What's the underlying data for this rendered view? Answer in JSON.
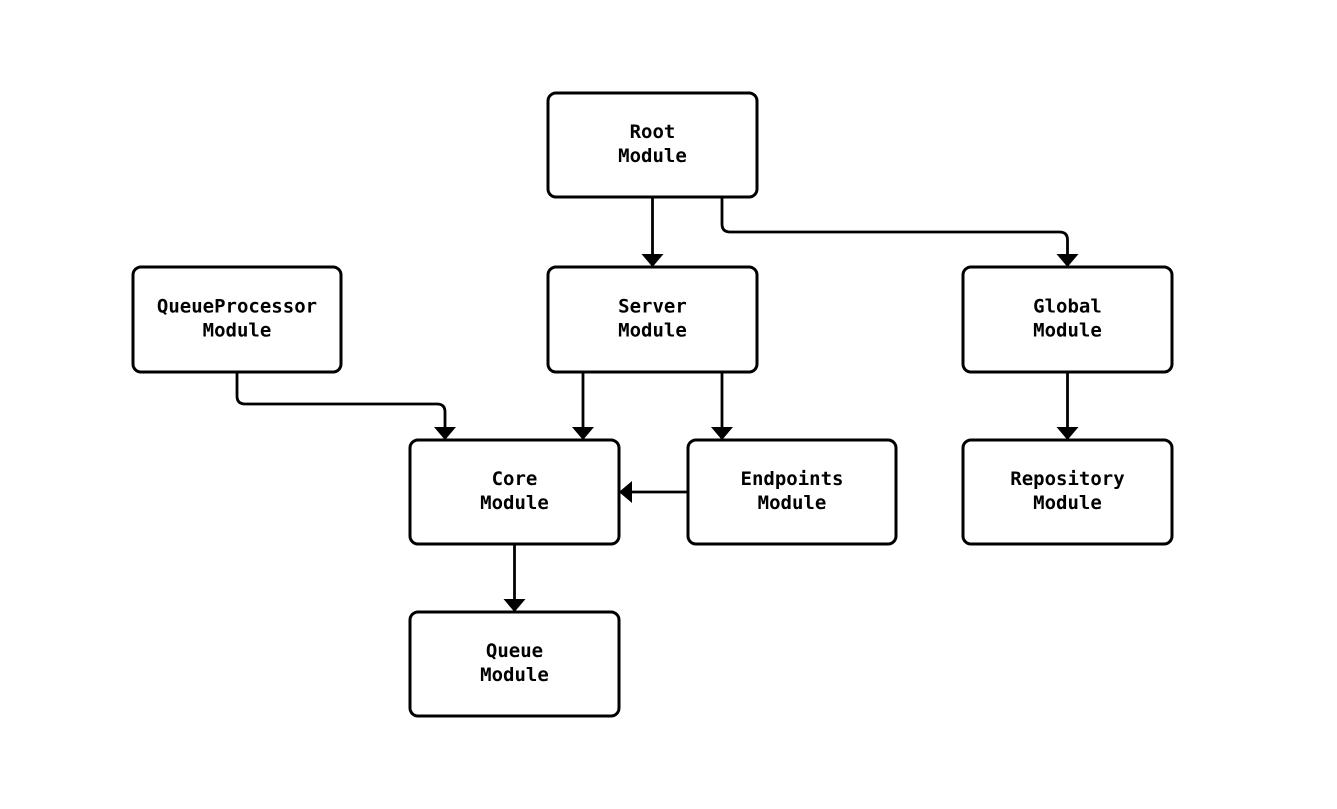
{
  "diagram": {
    "type": "module-dependency-graph",
    "colors": {
      "background": "#ffffff",
      "stroke": "#000000",
      "node-fill": "#ffffff",
      "text": "#000000"
    },
    "nodes": {
      "root": {
        "label": "Root Module",
        "lines": [
          "Root",
          "Module"
        ]
      },
      "server": {
        "label": "Server Module",
        "lines": [
          "Server",
          "Module"
        ]
      },
      "queueprocessor": {
        "label": "QueueProcessor Module",
        "lines": [
          "QueueProcessor",
          "Module"
        ]
      },
      "global": {
        "label": "Global Module",
        "lines": [
          "Global",
          "Module"
        ]
      },
      "core": {
        "label": "Core Module",
        "lines": [
          "Core",
          "Module"
        ]
      },
      "endpoints": {
        "label": "Endpoints Module",
        "lines": [
          "Endpoints",
          "Module"
        ]
      },
      "repository": {
        "label": "Repository Module",
        "lines": [
          "Repository",
          "Module"
        ]
      },
      "queue": {
        "label": "Queue Module",
        "lines": [
          "Queue",
          "Module"
        ]
      }
    },
    "edges": [
      {
        "from": "Root Module",
        "to": "Server Module"
      },
      {
        "from": "Root Module",
        "to": "Global Module"
      },
      {
        "from": "QueueProcessor Module",
        "to": "Core Module"
      },
      {
        "from": "Server Module",
        "to": "Core Module"
      },
      {
        "from": "Server Module",
        "to": "Endpoints Module"
      },
      {
        "from": "Endpoints Module",
        "to": "Core Module"
      },
      {
        "from": "Global Module",
        "to": "Repository Module"
      },
      {
        "from": "Core Module",
        "to": "Queue Module"
      }
    ]
  }
}
